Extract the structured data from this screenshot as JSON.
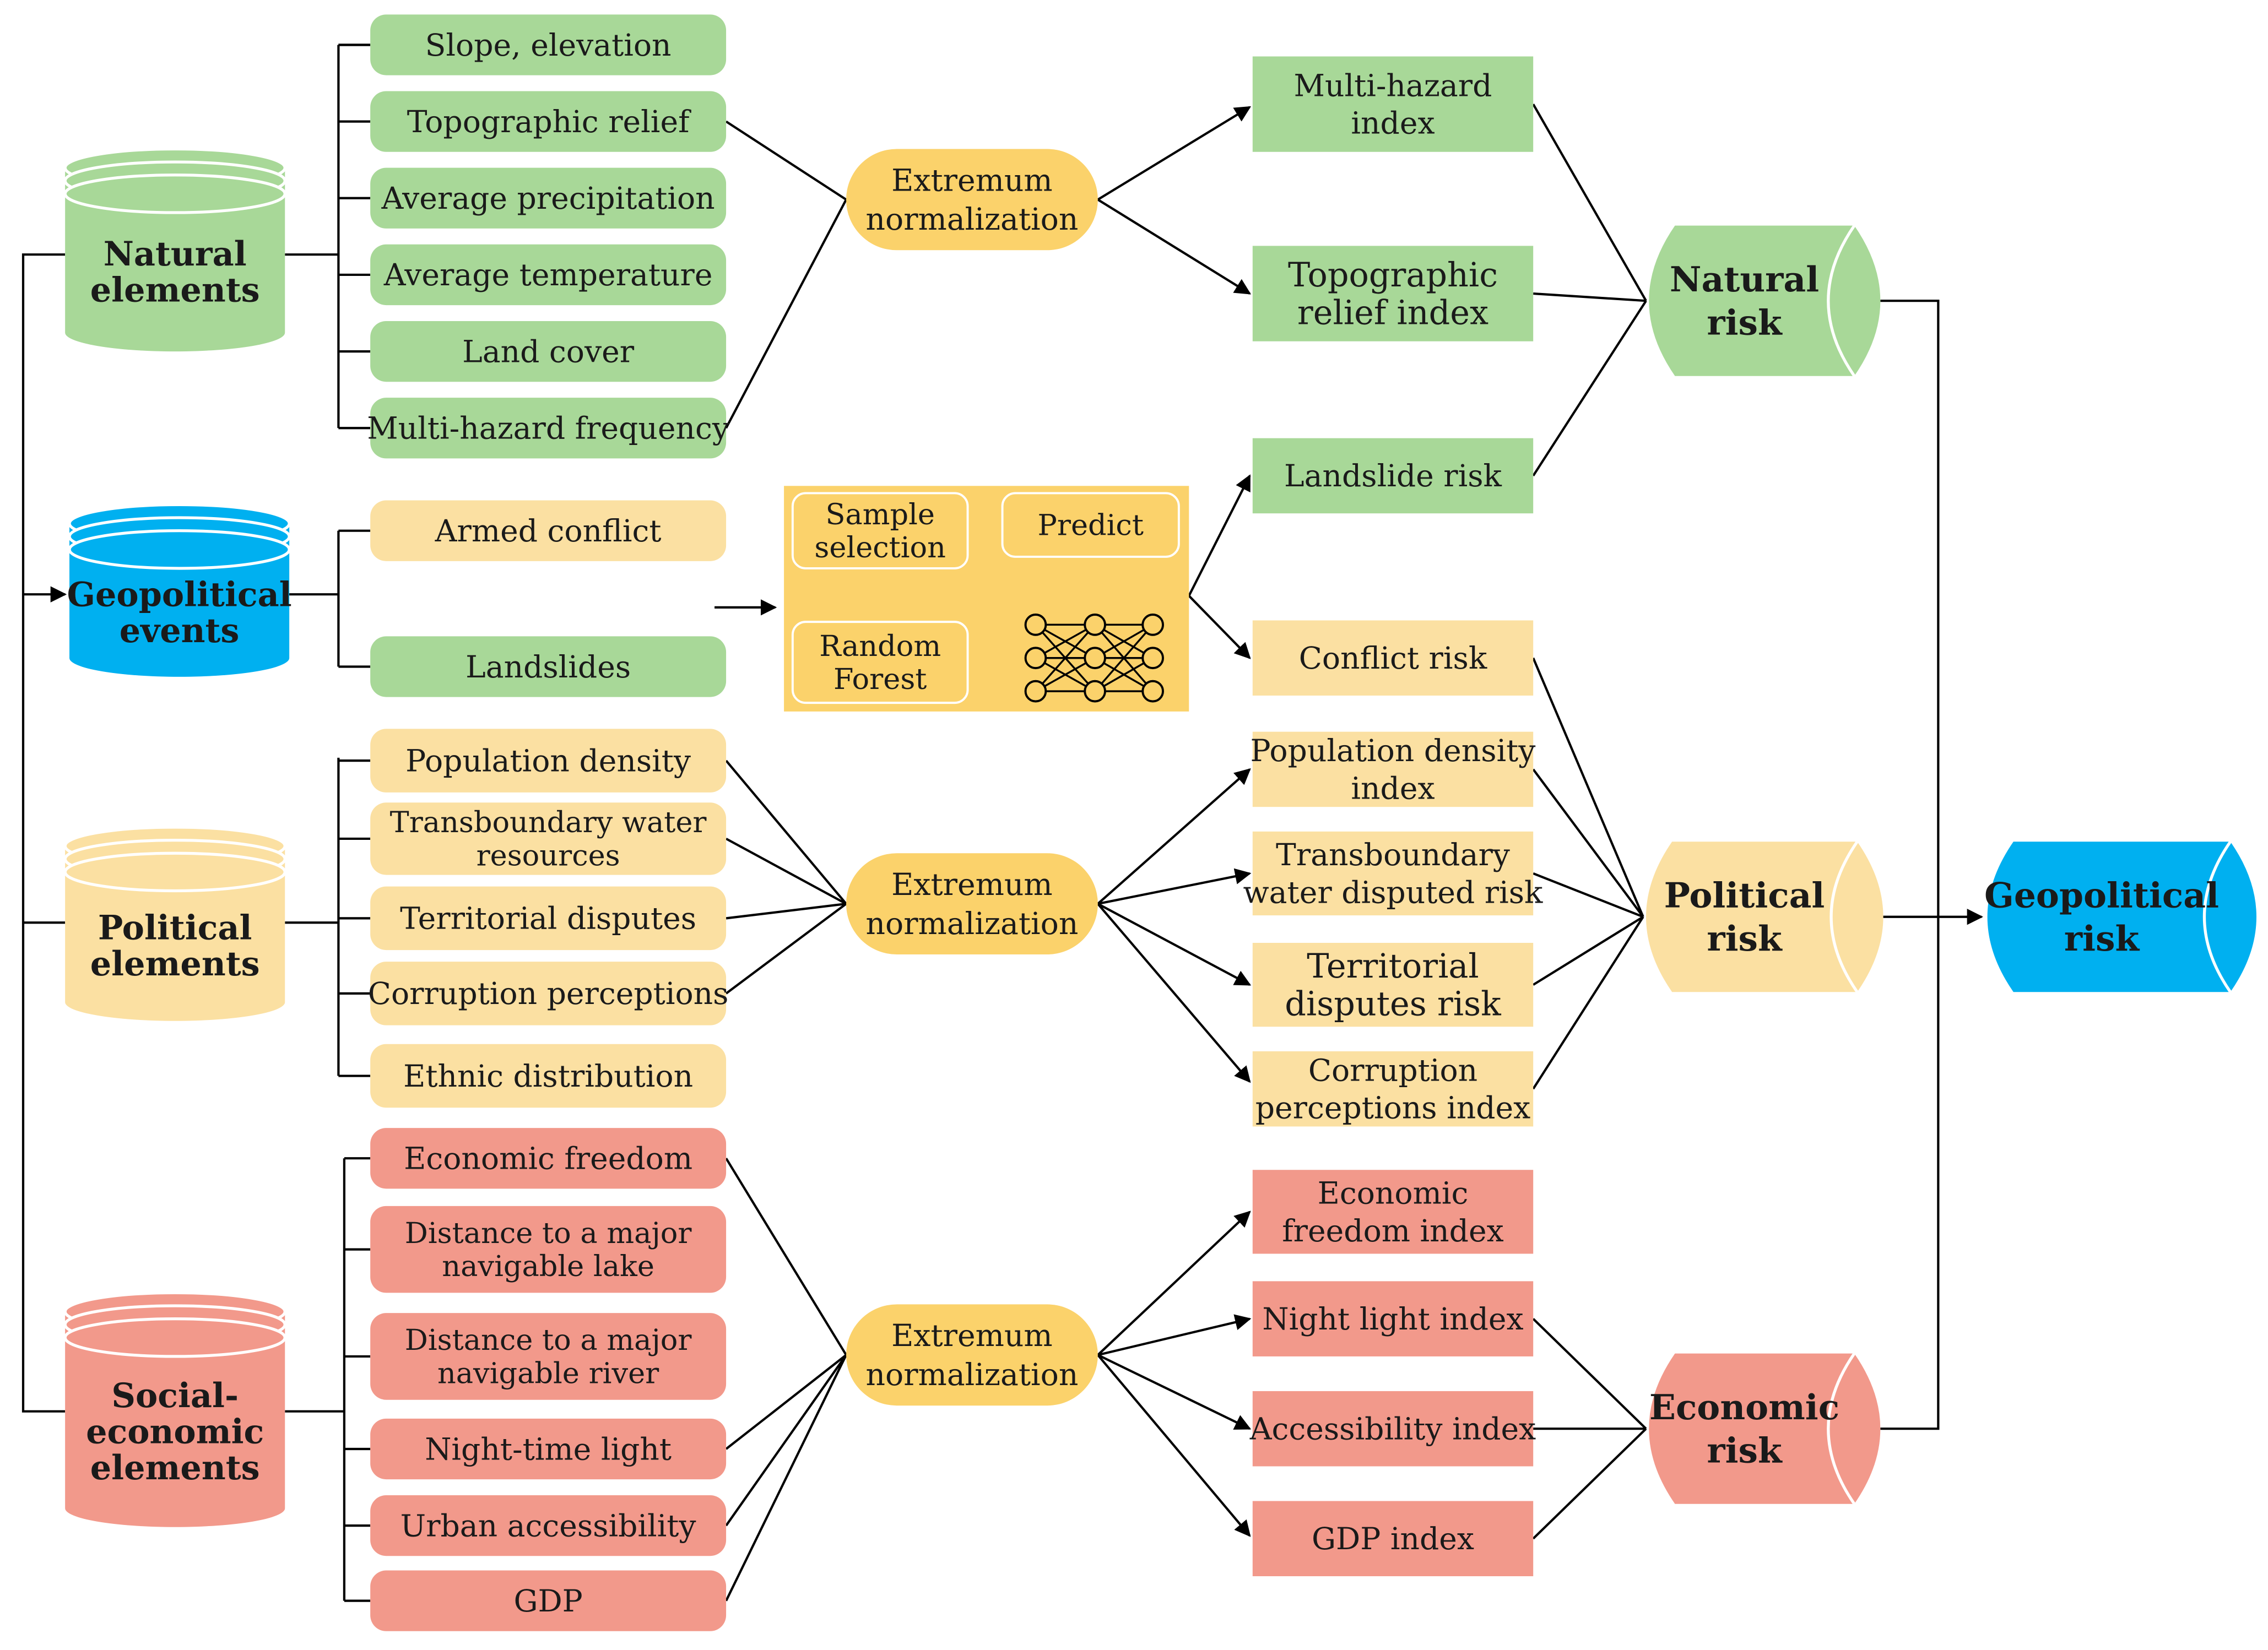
{
  "colors": {
    "natural": "#a8d898",
    "political": "#fbe0a2",
    "economic": "#f2998b",
    "geo": "#00b0f0",
    "orange": "#fbd26b",
    "line": "#000000"
  },
  "sources": {
    "natural": [
      "Natural",
      "elements"
    ],
    "geopolitical": [
      "Geopolitical",
      "events"
    ],
    "political": [
      "Political",
      "elements"
    ],
    "social": [
      "Social-",
      "economic",
      "elements"
    ]
  },
  "natural_factors": [
    [
      "Slope, elevation"
    ],
    [
      "Topographic relief"
    ],
    [
      "Average precipitation"
    ],
    [
      "Average temperature"
    ],
    [
      "Land cover"
    ],
    [
      "Multi-hazard frequency"
    ]
  ],
  "event_factors": [
    [
      "Armed conflict"
    ],
    [
      "Landslides"
    ]
  ],
  "political_factors": [
    [
      "Population density"
    ],
    [
      "Transboundary water",
      "resources"
    ],
    [
      "Territorial disputes"
    ],
    [
      "Corruption perceptions"
    ],
    [
      "Ethnic distribution"
    ]
  ],
  "economic_factors": [
    [
      "Economic freedom"
    ],
    [
      "Distance to a major",
      "navigable lake"
    ],
    [
      "Distance to a major",
      "navigable river"
    ],
    [
      "Night-time light"
    ],
    [
      "Urban accessibility"
    ],
    [
      "GDP"
    ]
  ],
  "normalization": [
    "Extremum",
    "normalization"
  ],
  "ml": {
    "sample_selection": [
      "Sample",
      "selection"
    ],
    "random_forest": [
      "Random",
      "Forest"
    ],
    "predict": [
      "Predict"
    ]
  },
  "natural_indices": [
    [
      "Multi-hazard",
      "index"
    ],
    [
      "Topographic",
      "relief index"
    ],
    [
      "Landslide risk"
    ]
  ],
  "conflict_index": [
    "Conflict risk"
  ],
  "political_indices": [
    [
      "Population density",
      "index"
    ],
    [
      "Transboundary",
      "water disputed risk"
    ],
    [
      "Territorial",
      "disputes risk"
    ],
    [
      "Corruption",
      "perceptions index"
    ]
  ],
  "economic_indices": [
    [
      "Economic",
      "freedom index"
    ],
    [
      "Night light index"
    ],
    [
      "Accessibility index"
    ],
    [
      "GDP index"
    ]
  ],
  "risks": {
    "natural": [
      "Natural",
      "risk"
    ],
    "political": [
      "Political",
      "risk"
    ],
    "economic": [
      "Economic",
      "risk"
    ],
    "geopolitical": [
      "Geopolitical",
      "risk"
    ]
  }
}
